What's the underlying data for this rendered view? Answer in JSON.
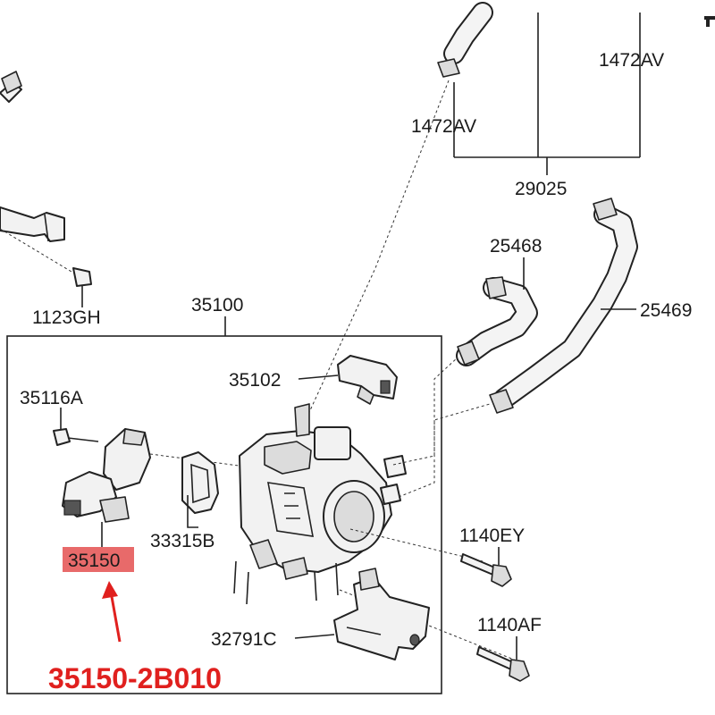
{
  "diagram": {
    "labels": {
      "l1472av_top": "1472AV",
      "l1472av_mid": "1472AV",
      "l29025": "29025",
      "l25468": "25468",
      "l25469": "25469",
      "l1123gh": "1123GH",
      "l35100": "35100",
      "l35102": "35102",
      "l35116a": "35116A",
      "l33315b": "33315B",
      "l35150": "35150",
      "l1140ey": "1140EY",
      "l1140af": "1140AF",
      "l32791c": "32791C"
    },
    "callout": {
      "part_number": "35150-2B010",
      "highlight_color": "#e86a6a",
      "arrow_color": "#e0201e"
    }
  }
}
